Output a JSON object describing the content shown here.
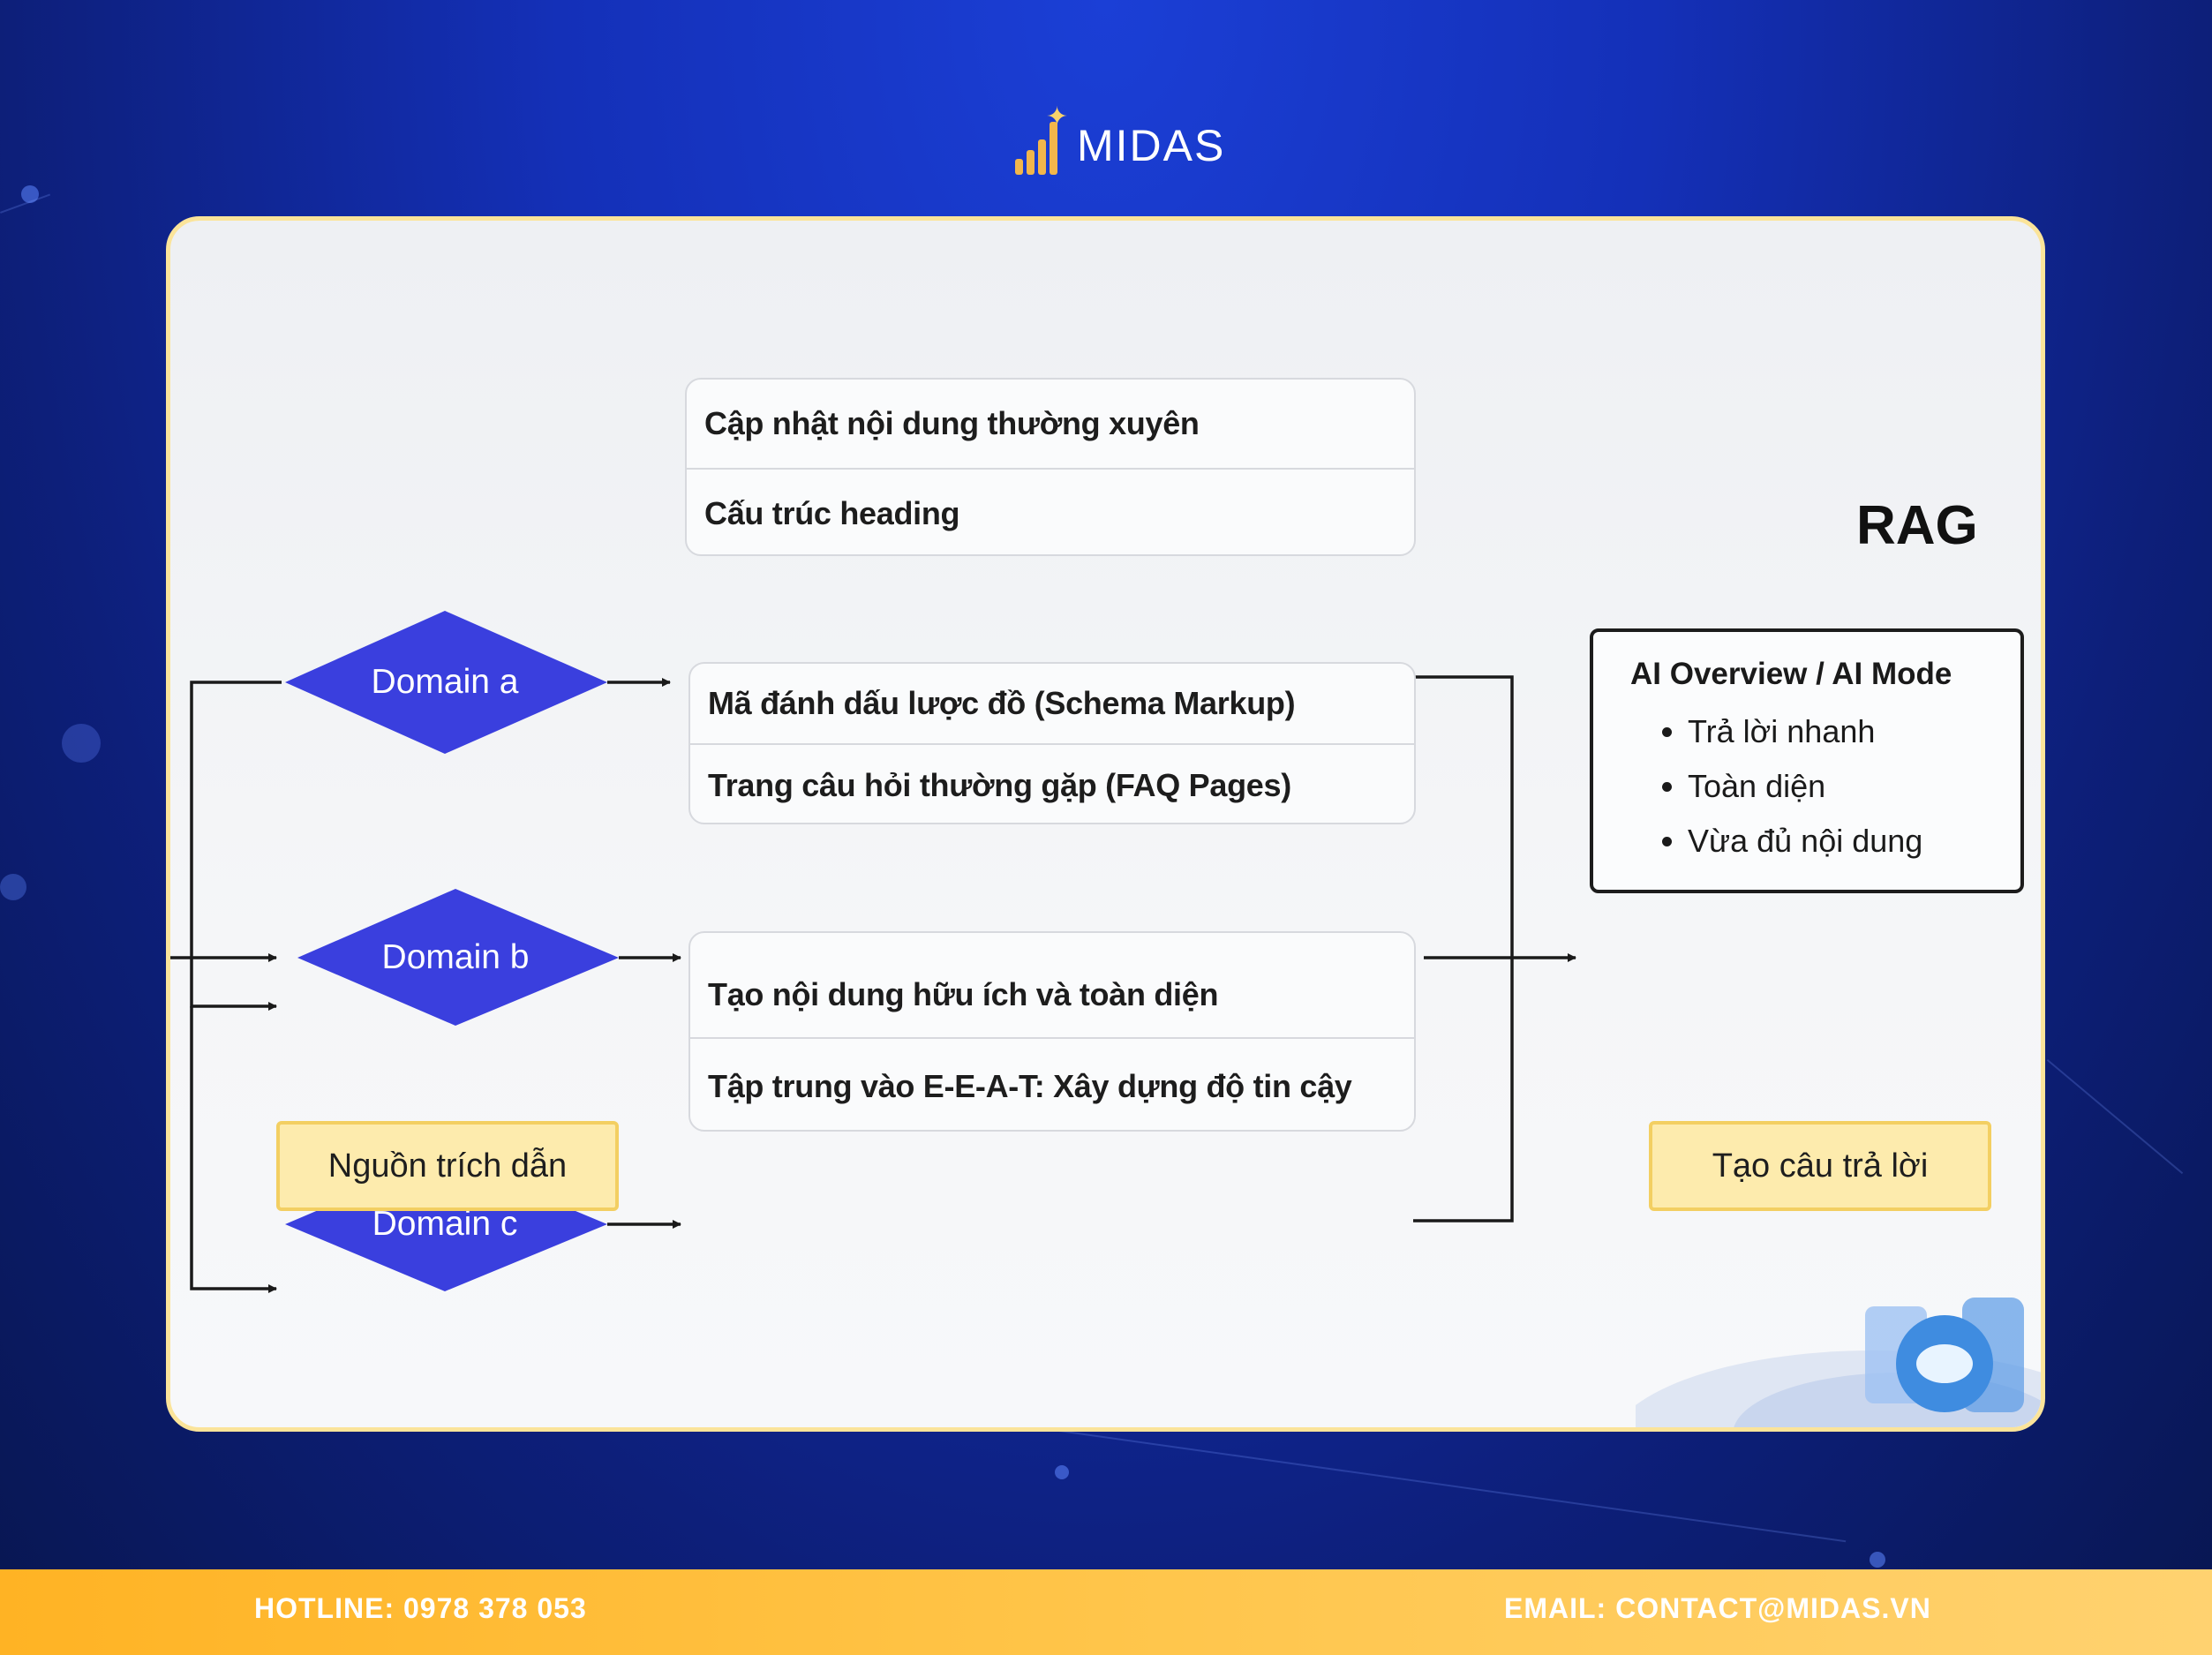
{
  "brand": {
    "name": "MIDAS",
    "accent": "#f2b64b"
  },
  "colors": {
    "diamond": "#3a3fde",
    "card_border": "#fbe49a",
    "button_fill": "#fdebad",
    "footer": "#ffc54a"
  },
  "diagram": {
    "domains": [
      {
        "label": "Domain a",
        "items": [
          "Cập nhật nội dung thường xuyên",
          "Cấu trúc heading"
        ]
      },
      {
        "label": "Domain b",
        "items": [
          "Mã đánh dấu lược đồ (Schema Markup)",
          "Trang câu hỏi thường gặp (FAQ Pages)"
        ]
      },
      {
        "label": "Domain c",
        "items": [
          "Tạo nội dung hữu ích và toàn diện",
          "Tập trung vào E-E-A-T: Xây dựng độ tin cậy"
        ]
      }
    ],
    "rag_title": "RAG",
    "output": {
      "title": "AI Overview / AI Mode",
      "bullets": [
        "Trả lời nhanh",
        "Toàn diện",
        "Vừa đủ nội dung"
      ]
    },
    "source_label": "Nguồn trích dẫn",
    "answer_label": "Tạo câu trả lời"
  },
  "footer": {
    "hotline": "HOTLINE: 0978 378 053",
    "email": "EMAIL: CONTACT@MIDAS.VN"
  }
}
